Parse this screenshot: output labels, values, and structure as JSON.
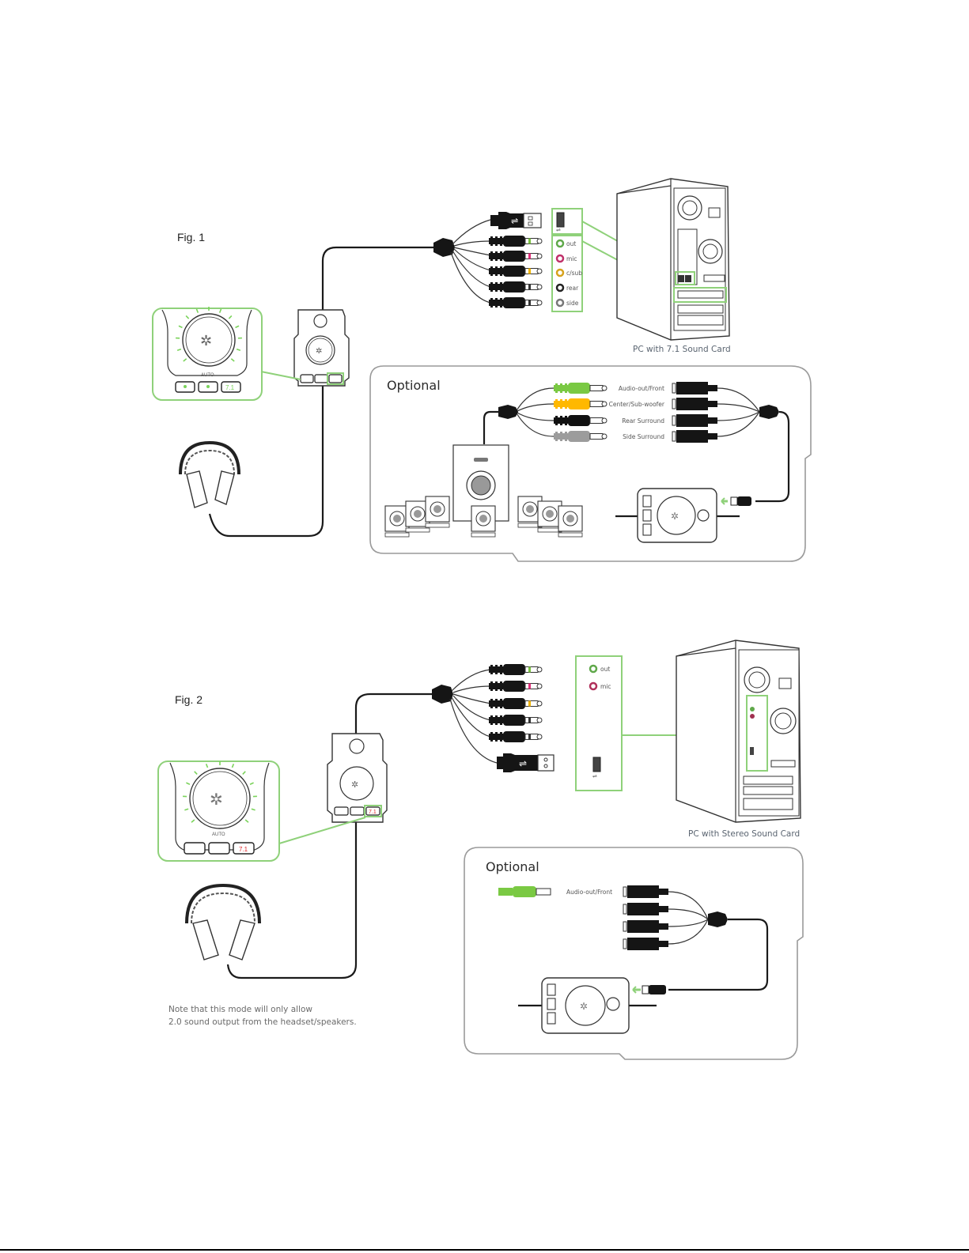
{
  "figures": [
    {
      "label": "Fig. 1",
      "pc_caption": "PC with 7.1 Sound Card",
      "ports": [
        {
          "name": "usb",
          "label": ""
        },
        {
          "name": "out",
          "label": "out",
          "color": "#5fa84a"
        },
        {
          "name": "mic",
          "label": "mic",
          "color": "#c0306a"
        },
        {
          "name": "c-sub",
          "label": "c/sub",
          "color": "#d6a21c"
        },
        {
          "name": "rear",
          "label": "rear",
          "color": "#222222"
        },
        {
          "name": "side",
          "label": "side",
          "color": "#777777"
        }
      ],
      "plug_tip_colors": [
        "#7bc142",
        "#e0307a",
        "#f0b400",
        "#333333",
        "#333333"
      ],
      "optional": {
        "title": "Optional",
        "channels": [
          {
            "label": "Audio-out/Front",
            "color": "#7ac943"
          },
          {
            "label": "Center/Sub-woofer",
            "color": "#ffb800"
          },
          {
            "label": "Rear Surround",
            "color": "#111111"
          },
          {
            "label": "Side Surround",
            "color": "#9c9c9c"
          }
        ]
      },
      "control_box_button_highlight": "#8fd17a"
    },
    {
      "label": "Fig. 2",
      "pc_caption": "PC with Stereo Sound Card",
      "ports": [
        {
          "name": "out",
          "label": "out",
          "color": "#5fa84a"
        },
        {
          "name": "mic",
          "label": "mic",
          "color": "#b0305a"
        },
        {
          "name": "usb",
          "label": ""
        }
      ],
      "plug_tip_colors": [
        "#7bc142",
        "#e0307a",
        "#f0b400",
        "#333333",
        "#333333"
      ],
      "optional": {
        "title": "Optional",
        "channels": [
          {
            "label": "Audio-out/Front",
            "color": "#7ac943"
          }
        ]
      },
      "note_lines": [
        "Note that this mode will only allow",
        "2.0 sound output from the headset/speakers."
      ],
      "active_button_color": "#e0262a"
    }
  ],
  "accent_color": "#8fd17a"
}
